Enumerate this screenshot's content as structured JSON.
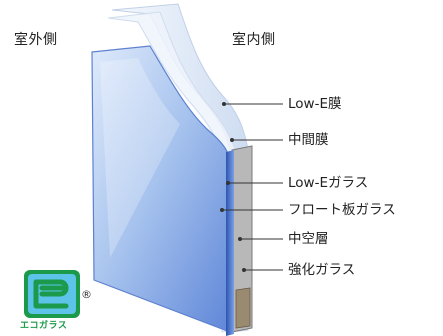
{
  "labels": {
    "outside": "室外側",
    "inside": "室内側"
  },
  "callouts": [
    {
      "text": "Low-E膜"
    },
    {
      "text": "中間膜"
    },
    {
      "text": "Low-Eガラス"
    },
    {
      "text": "フロート板ガラス"
    },
    {
      "text": "中空層"
    },
    {
      "text": "強化ガラス"
    }
  ],
  "badge": {
    "text": "エコガラス",
    "registered": "®",
    "icon": "eco-glass-logo-icon",
    "colors": {
      "outer": "#1a9a4a",
      "inner": "#5ec3e8"
    }
  },
  "colors": {
    "glass_front": "#a9c9ef",
    "glass_edge": "#3a63b8",
    "film": "#e6eef8",
    "line": "#333333"
  }
}
